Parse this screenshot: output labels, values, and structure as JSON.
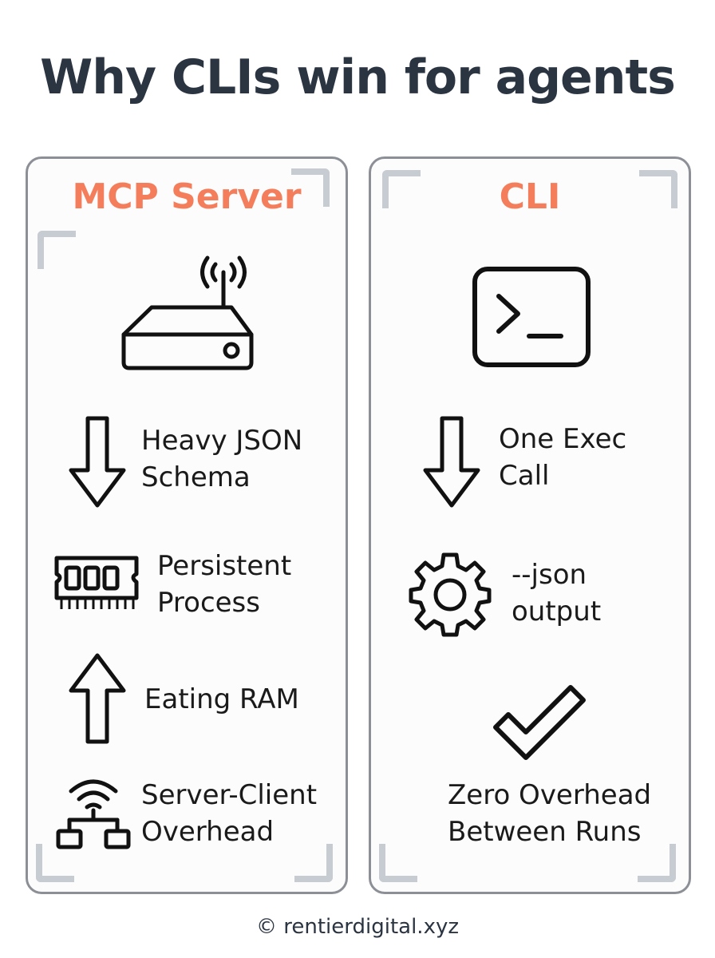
{
  "title": "Why CLIs win for agents",
  "left": {
    "heading": "MCP Server",
    "items": [
      {
        "icon": "down-arrow-icon",
        "line1": "Heavy JSON",
        "line2": "Schema"
      },
      {
        "icon": "memory-chip-icon",
        "line1": "Persistent",
        "line2": "Process"
      },
      {
        "icon": "up-arrow-icon",
        "line1": "Eating RAM",
        "line2": ""
      },
      {
        "icon": "network-icon",
        "line1": "Server-Client",
        "line2": "Overhead"
      }
    ],
    "hero_icon": "router-icon"
  },
  "right": {
    "heading": "CLI",
    "items": [
      {
        "icon": "down-arrow-icon",
        "line1": "One Exec",
        "line2": "Call"
      },
      {
        "icon": "gear-icon",
        "line1": "--json",
        "line2": "output"
      },
      {
        "icon": "checkmark-icon",
        "line1": "Zero Overhead",
        "line2": "Between Runs"
      }
    ],
    "hero_icon": "terminal-icon"
  },
  "footer": "© rentierdigital.xyz",
  "colors": {
    "title": "#2b3441",
    "accent": "#f47e5b",
    "border": "#8c9096",
    "corner": "#c7ccd2"
  }
}
